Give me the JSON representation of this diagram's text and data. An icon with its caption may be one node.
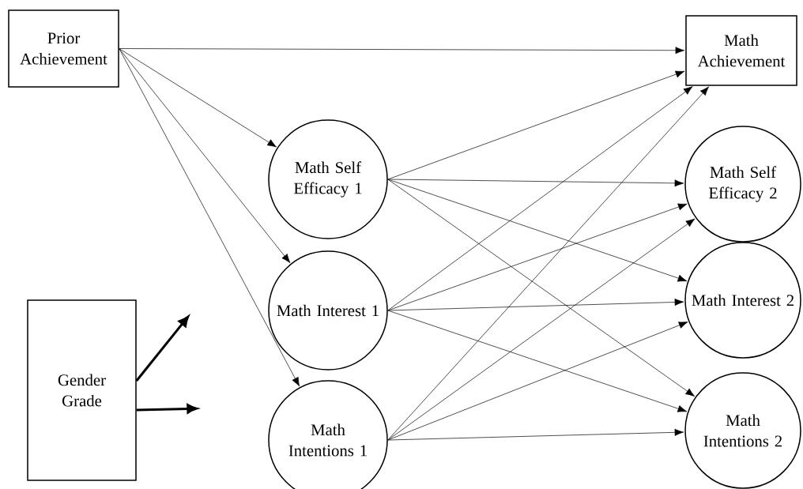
{
  "diagram": {
    "nodes": [
      {
        "text": [
          "Prior Achievement"
        ]
      },
      {
        "text": [
          "Math Achievement"
        ]
      },
      {
        "text": [
          "Math Self Efficacy 1"
        ]
      },
      {
        "text": [
          "Math Interest 1"
        ]
      },
      {
        "text": [
          "Math Intentions 1"
        ]
      },
      {
        "text": [
          "Gender Grade"
        ]
      },
      {
        "text": [
          "Math Self Efficacy 2"
        ]
      },
      {
        "text": [
          "Math Interest 2"
        ]
      },
      {
        "text": [
          "Math Intentions 2"
        ]
      }
    ],
    "edges": [
      {
        "from": 0,
        "to": 1,
        "arrow": "to"
      },
      {
        "from": 0,
        "to": 2,
        "arrow": "to"
      },
      {
        "from": 0,
        "to": 3,
        "arrow": "to"
      },
      {
        "from": 0,
        "to": 4,
        "arrow": "to"
      },
      {
        "from": 2,
        "to": 1,
        "arrow": "to"
      },
      {
        "from": 2,
        "to": 6,
        "arrow": "to"
      },
      {
        "from": 2,
        "to": 7,
        "arrow": "to"
      },
      {
        "from": 2,
        "to": 8,
        "arrow": "to"
      },
      {
        "from": 3,
        "to": 1,
        "arrow": "to"
      },
      {
        "from": 3,
        "to": 6,
        "arrow": "to"
      },
      {
        "from": 3,
        "to": 7,
        "arrow": "to"
      },
      {
        "from": 3,
        "to": 8,
        "arrow": "to"
      },
      {
        "from": 4,
        "to": 1,
        "arrow": "to"
      },
      {
        "from": 4,
        "to": 6,
        "arrow": "to"
      },
      {
        "from": 4,
        "to": 7,
        "arrow": "to"
      },
      {
        "from": 4,
        "to": 8,
        "arrow": "to"
      },
      {
        "from": 5,
        "to": null,
        "arrow": "to",
        "style": "thick"
      },
      {
        "from": 5,
        "to": null,
        "arrow": "to",
        "style": "thick"
      }
    ]
  }
}
